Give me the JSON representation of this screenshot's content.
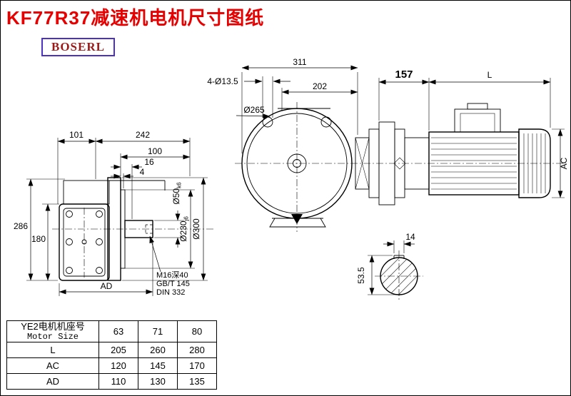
{
  "title": "KF77R37减速机电机尺寸图纸",
  "logo": "BOSERL",
  "drawing": {
    "front_view": {
      "d311": "311",
      "d202": "202",
      "holes": "4-Ø13.5",
      "flange": "Ø265",
      "d157": "157",
      "dL": "L",
      "dAC": "AC"
    },
    "side_view": {
      "d101": "101",
      "d242": "242",
      "d100": "100",
      "d16": "16",
      "d4": "4",
      "d286": "286",
      "d180": "180",
      "dAD": "AD",
      "shaft_dia": "Ø50",
      "shaft_tol": "k6",
      "spigot_dia": "Ø230",
      "spigot_tol": "j6",
      "flange_od": "Ø300",
      "tap": "M16深40",
      "tap_std_gb": "GB/T 145",
      "tap_std_din": "DIN 332"
    },
    "shaft_section": {
      "key_width": "14",
      "key_depth": "53.5"
    }
  },
  "table": {
    "header_cn": "YE2电机机座号",
    "header_en": "Motor Size",
    "sizes": [
      "63",
      "71",
      "80"
    ],
    "rows": [
      {
        "label": "L",
        "values": [
          "205",
          "260",
          "280"
        ]
      },
      {
        "label": "AC",
        "values": [
          "120",
          "145",
          "170"
        ]
      },
      {
        "label": "AD",
        "values": [
          "110",
          "130",
          "135"
        ]
      }
    ]
  }
}
